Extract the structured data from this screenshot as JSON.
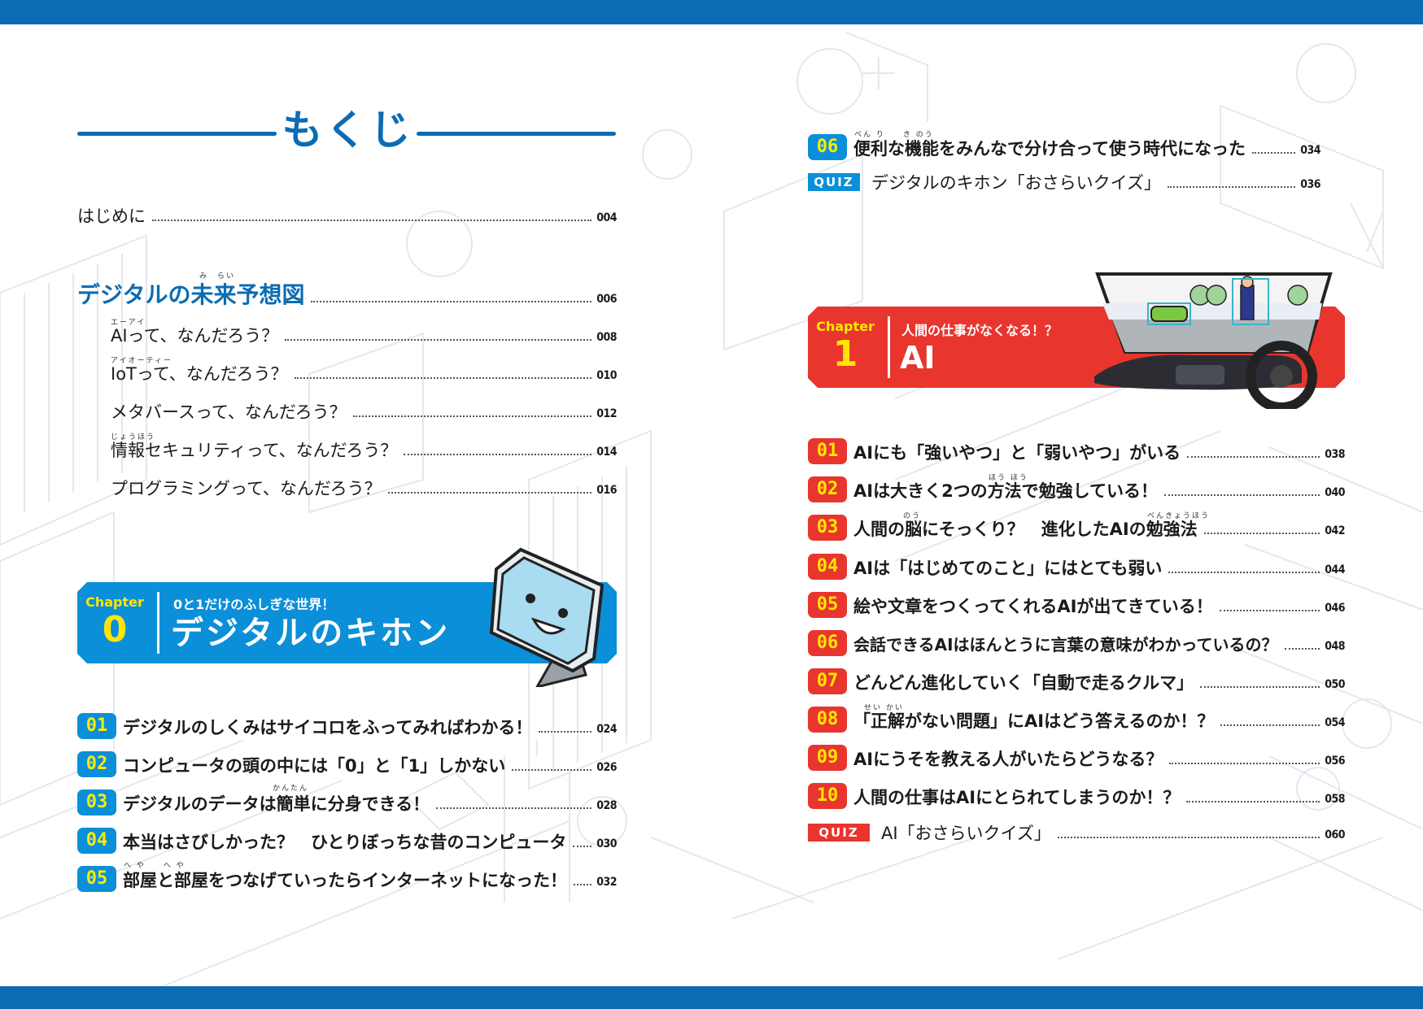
{
  "title": "もくじ",
  "intro": {
    "label": "はじめに",
    "page": "004"
  },
  "future": {
    "heading": "デジタルの未来予想図",
    "heading_ruby": "み　らい",
    "page": "006",
    "items": [
      {
        "label": "AIって、なんだろう？",
        "ruby": "エーアイ",
        "page": "008"
      },
      {
        "label": "IoTって、なんだろう？",
        "ruby": "アイオーティー",
        "page": "010"
      },
      {
        "label": "メタバースって、なんだろう？",
        "ruby": "",
        "page": "012"
      },
      {
        "label": "情報セキュリティって、なんだろう？",
        "ruby": "じょうほう",
        "page": "014"
      },
      {
        "label": "プログラミングって、なんだろう？",
        "ruby": "",
        "page": "016"
      }
    ]
  },
  "chapter0": {
    "chapter_word": "Chapter",
    "number": "0",
    "subtitle": "0と1だけのふしぎな世界！",
    "title": "デジタルのキホン",
    "items": [
      {
        "num": "01",
        "label": "デジタルのしくみはサイコロをふってみればわかる！",
        "page": "024"
      },
      {
        "num": "02",
        "label": "コンピュータの頭の中には「0」と「1」しかない",
        "page": "026"
      },
      {
        "num": "03",
        "label": "デジタルのデータは簡単に分身できる！",
        "page": "028",
        "ruby": "かんたん"
      },
      {
        "num": "04",
        "label": "本当はさびしかった？　ひとりぼっちな昔のコンピュータ",
        "page": "030"
      },
      {
        "num": "05",
        "label": "部屋と部屋をつなげていったらインターネットになった！",
        "page": "032",
        "ruby": "へ や　　へ や"
      },
      {
        "num": "06",
        "label": "便利な機能をみんなで分け合って使う時代になった",
        "page": "034",
        "ruby": "べん り　　き のう"
      }
    ],
    "quiz": {
      "badge": "QUIZ",
      "label": "デジタルのキホン「おさらいクイズ」",
      "page": "036"
    }
  },
  "chapter1": {
    "chapter_word": "Chapter",
    "number": "1",
    "subtitle": "人間の仕事がなくなる！？",
    "title": "AI",
    "items": [
      {
        "num": "01",
        "label": "AIにも「強いやつ」と「弱いやつ」がいる",
        "page": "038"
      },
      {
        "num": "02",
        "label": "AIは大きく2つの方法で勉強している！",
        "page": "040",
        "ruby": "ほう ほう"
      },
      {
        "num": "03",
        "label": "人間の脳にそっくり？　進化したAIの勉強法",
        "page": "042",
        "ruby": "のう",
        "ruby2": "べんきょうほう"
      },
      {
        "num": "04",
        "label": "AIは「はじめてのこと」にはとても弱い",
        "page": "044"
      },
      {
        "num": "05",
        "label": "絵や文章をつくってくれるAIが出てきている！",
        "page": "046"
      },
      {
        "num": "06",
        "label": "会話できるAIはほんとうに言葉の意味がわかっているの？",
        "page": "048"
      },
      {
        "num": "07",
        "label": "どんどん進化していく「自動で走るクルマ」",
        "page": "050"
      },
      {
        "num": "08",
        "label": "「正解がない問題」にAIはどう答えるのか！？",
        "page": "054",
        "ruby": "せい かい"
      },
      {
        "num": "09",
        "label": "AIにうそを教える人がいたらどうなる？",
        "page": "056"
      },
      {
        "num": "10",
        "label": "人間の仕事はAIにとられてしまうのか！？",
        "page": "058"
      }
    ],
    "quiz": {
      "badge": "QUIZ",
      "label": "AI「おさらいクイズ」",
      "page": "060"
    }
  },
  "colors": {
    "band": "#0b6cb3",
    "chapter0": "#0b8fd8",
    "chapter1": "#e8352e",
    "accent_yellow": "#ffe600"
  }
}
